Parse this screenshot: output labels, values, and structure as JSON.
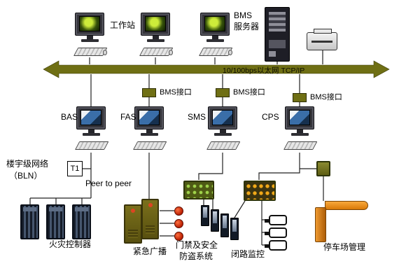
{
  "backbone": {
    "label": "10/100bps以太网  TCP/IP",
    "color": "#6f6f14"
  },
  "top_row": {
    "workstation_label": "工作站",
    "server_label_line1": "BMS",
    "server_label_line2": "服务器"
  },
  "interfaces": [
    {
      "label": "BMS接口"
    },
    {
      "label": "BMS接口"
    },
    {
      "label": "BMS接口"
    }
  ],
  "subsystems": [
    {
      "code": "BAS"
    },
    {
      "code": "FAS"
    },
    {
      "code": "SMS"
    },
    {
      "code": "CPS"
    }
  ],
  "left_branch": {
    "network_line1": "楼宇级网络",
    "network_line2": "（BLN）",
    "t1_label": "T1",
    "peer_label": "Peer to peer"
  },
  "devices": {
    "fire_controller": "火灾控制器",
    "emergency_broadcast": "紧急广播",
    "access_security_line1": "门禁及安全",
    "access_security_line2": "防盗系统",
    "cctv": "闭路监控",
    "parking": "停车场管理"
  },
  "colors": {
    "bus_olive": "#6f6f14",
    "barrier_orange": "#e8922a",
    "alarm_red": "#b81e00",
    "cabinet_navy": "#2a3547"
  }
}
